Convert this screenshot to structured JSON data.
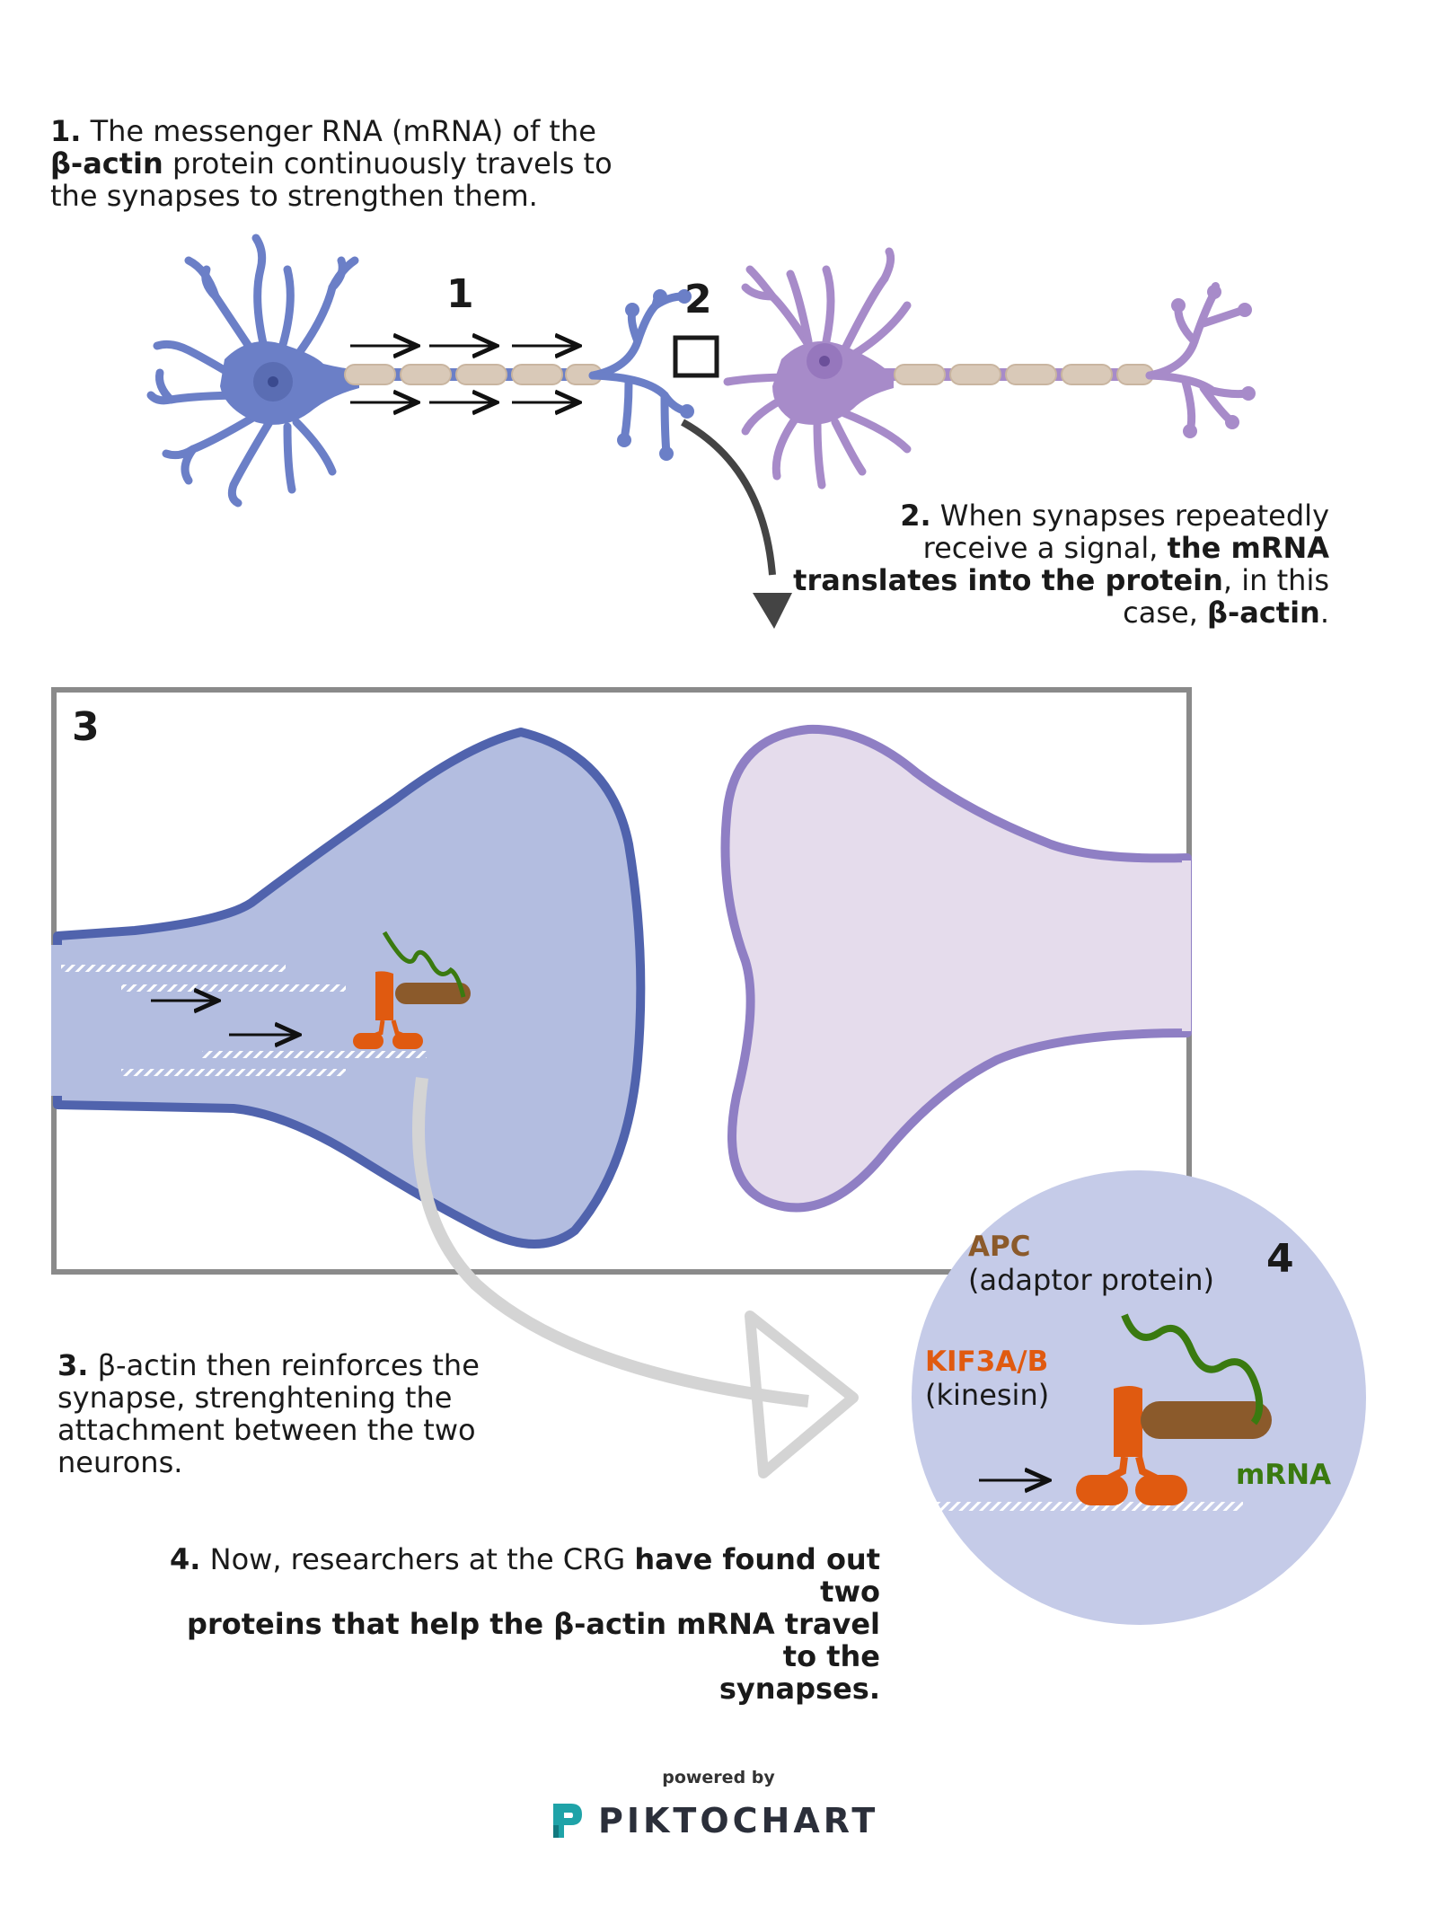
{
  "step1": {
    "num": "1.",
    "t1": " The messenger RNA (mRNA) of the",
    "bold1": "β-actin",
    "t2": " protein continuously travels to",
    "t3": "the synapses to strengthen them."
  },
  "step2": {
    "num": "2.",
    "t1": " When synapses repeatedly",
    "t2": "receive a signal, ",
    "bold1": "the mRNA",
    "bold2": "translates into the protein",
    "t3": ", in this",
    "t4": "case, ",
    "bold3": "β-actin",
    "t5": "."
  },
  "step3": {
    "num": "3.",
    "t1": " β-actin then reinforces the",
    "t2": "synapse, strenghtening the",
    "t3": "attachment between the two",
    "t4": "neurons."
  },
  "step4": {
    "num": "4.",
    "t1": " Now, researchers at the CRG ",
    "bold1": "have found out two",
    "bold2": "proteins that help the β-actin mRNA travel to the",
    "bold3": "synapses."
  },
  "figure_numbers": {
    "n1": "1",
    "n2": "2",
    "n3": "3",
    "n4": "4"
  },
  "labels": {
    "apc": "APC",
    "apc_sub": "(adaptor protein)",
    "kif": "KIF3A/B",
    "kif_sub": "(kinesin)",
    "mrna": "mRNA"
  },
  "footer": {
    "powered_by": "powered by",
    "brand": "PIKTOCHART"
  },
  "colors": {
    "neuron_blue": "#6b7fc7",
    "neuron_purple": "#a78bc9",
    "kinesin": "#e05a10",
    "apc": "#8b5a2b",
    "mrna": "#3a7a10",
    "brand_teal": "#1fa3a8"
  }
}
